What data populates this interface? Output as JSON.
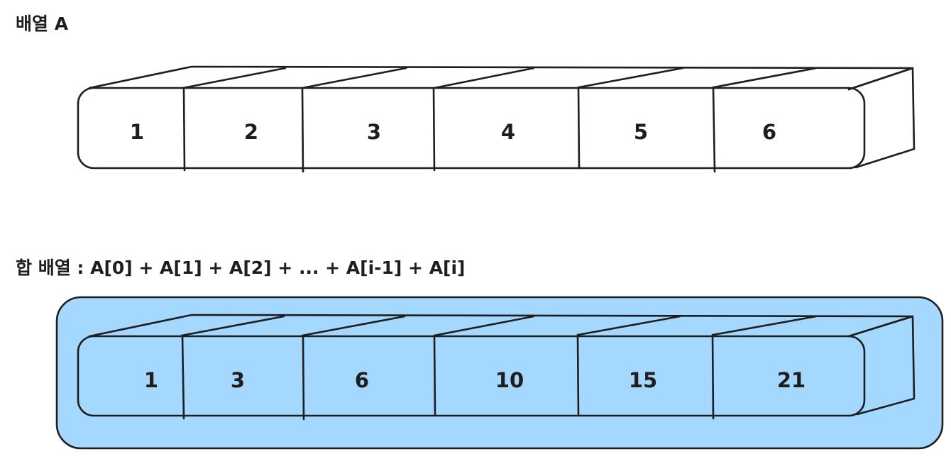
{
  "array_a": {
    "title": "배열 A",
    "values": [
      "1",
      "2",
      "3",
      "4",
      "5",
      "6"
    ]
  },
  "prefix_sum": {
    "title": "합 배열 :  A[0] + A[1] + A[2] + ... + A[i-1] + A[i]",
    "values": [
      "1",
      "3",
      "6",
      "10",
      "15",
      "21"
    ],
    "highlight_color": "#a5d8ff"
  }
}
